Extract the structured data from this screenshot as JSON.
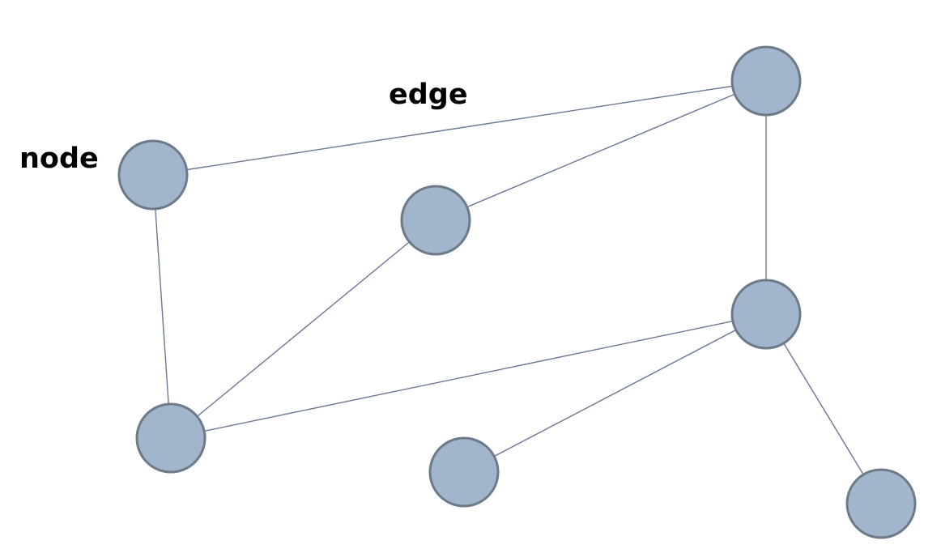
{
  "diagram": {
    "labels": {
      "node": "node",
      "edge": "edge"
    },
    "colors": {
      "node_fill": "#a1b6cc",
      "node_stroke": "#6c7a89",
      "edge": "#6a7796",
      "label": "#000000"
    },
    "nodes": [
      "a",
      "b",
      "c",
      "d",
      "e",
      "f",
      "g"
    ],
    "edges": [
      [
        "a",
        "b"
      ],
      [
        "a",
        "e"
      ],
      [
        "c",
        "b"
      ],
      [
        "c",
        "e"
      ],
      [
        "b",
        "d"
      ],
      [
        "d",
        "e"
      ],
      [
        "d",
        "f"
      ],
      [
        "d",
        "g"
      ]
    ]
  }
}
